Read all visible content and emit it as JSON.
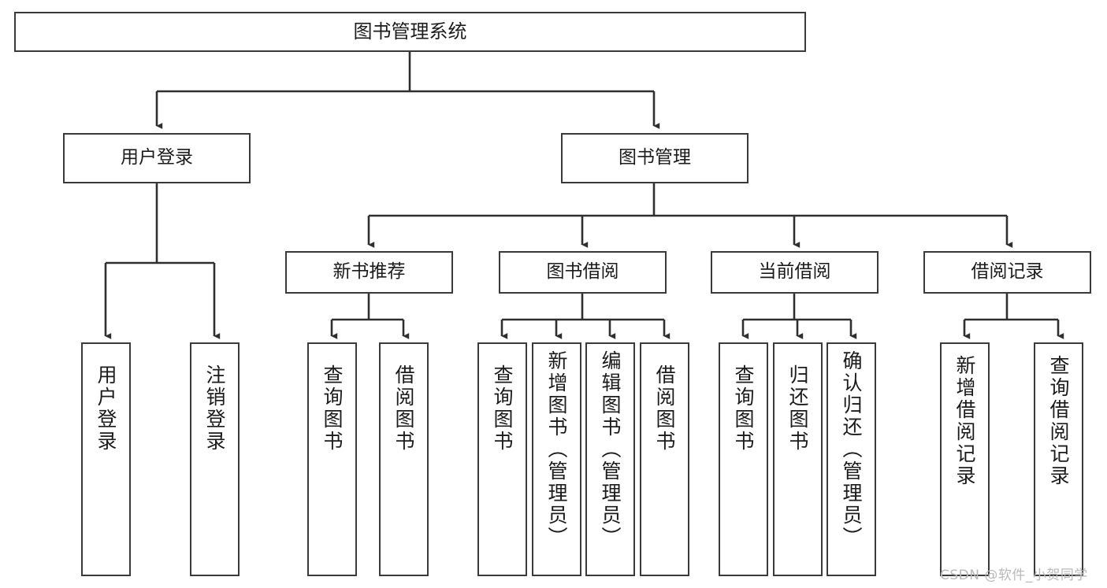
{
  "diagram": {
    "title": "图书管理系统",
    "type": "tree",
    "watermark": "CSDN @软件_小贺同学",
    "colors": {
      "box_border": "#3a3a3a",
      "box_fill": "#ffffff",
      "edge": "#2f2f2f",
      "text": "#1b1b1b",
      "watermark": "#b9b9b9"
    },
    "nodes": {
      "root": {
        "label": "图书管理系统"
      },
      "level2": [
        {
          "label": "用户登录"
        },
        {
          "label": "图书管理"
        }
      ],
      "level3": [
        {
          "label": "新书推荐"
        },
        {
          "label": "图书借阅"
        },
        {
          "label": "当前借阅"
        },
        {
          "label": "借阅记录"
        }
      ],
      "leaves": {
        "user_login": [
          {
            "label": "用户登录"
          },
          {
            "label": "注销登录"
          }
        ],
        "new_book_recommend": [
          {
            "label": "查询图书"
          },
          {
            "label": "借阅图书"
          }
        ],
        "book_borrow": [
          {
            "label": "查询图书"
          },
          {
            "label": "新增图书（管理员）"
          },
          {
            "label": "编辑图书（管理员）"
          },
          {
            "label": "借阅图书"
          }
        ],
        "current_borrow": [
          {
            "label": "查询图书"
          },
          {
            "label": "归还图书"
          },
          {
            "label": "确认归还（管理员）"
          }
        ],
        "borrow_record": [
          {
            "label": "新增借阅记录"
          },
          {
            "label": "查询借阅记录"
          }
        ]
      }
    }
  }
}
